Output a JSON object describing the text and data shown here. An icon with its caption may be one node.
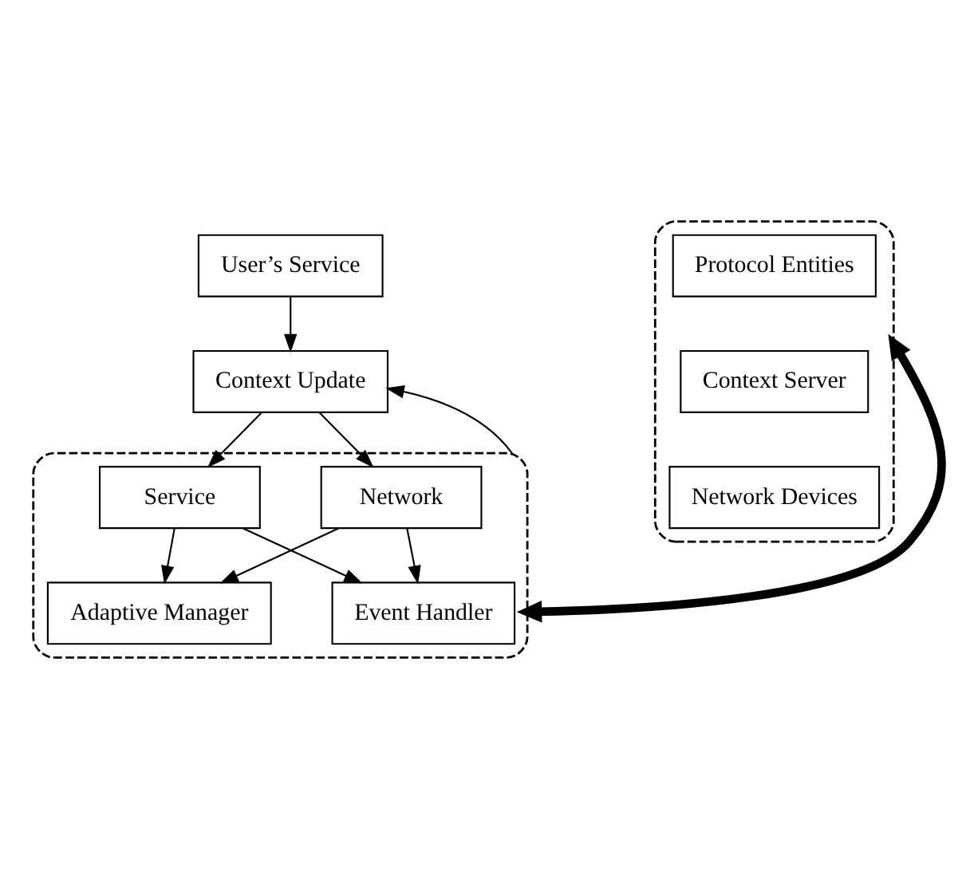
{
  "diagram": {
    "nodes": [
      {
        "text": [
          "User’s Service"
        ]
      },
      {
        "text": [
          "Context Update"
        ]
      },
      {
        "text": [],
        "shape": "box"
      },
      {
        "text": [
          "Network"
        ],
        "in": 2
      },
      {
        "text": [
          "Service"
        ],
        "in": 2
      },
      {
        "text": [
          "Adaptive Manager"
        ],
        "in": 2
      },
      {
        "text": [
          "Event Handler"
        ],
        "in": 2
      },
      {
        "text": [],
        "shape": "box"
      },
      {
        "text": [
          "Protocol Entities"
        ],
        "in": 7
      },
      {
        "text": [
          "Context Server"
        ],
        "in": 7
      },
      {
        "text": [
          "Network Devices"
        ],
        "in": 7
      }
    ],
    "edges": [
      {
        "from": 0,
        "to": 1,
        "arrow": "to"
      },
      {
        "from": 1,
        "to": 3,
        "arrow": "to"
      },
      {
        "from": 1,
        "to": 4,
        "arrow": "to"
      },
      {
        "from": 3,
        "to": 5,
        "arrow": "to"
      },
      {
        "from": 3,
        "to": 6,
        "arrow": "to"
      },
      {
        "from": 4,
        "to": 5,
        "arrow": "to"
      },
      {
        "from": 4,
        "to": 6,
        "arrow": "to"
      },
      {
        "from": 2,
        "to": 7,
        "arrow": "both",
        "style": "thick"
      },
      {
        "from": 2,
        "to": 1,
        "arrow": "to"
      }
    ]
  }
}
